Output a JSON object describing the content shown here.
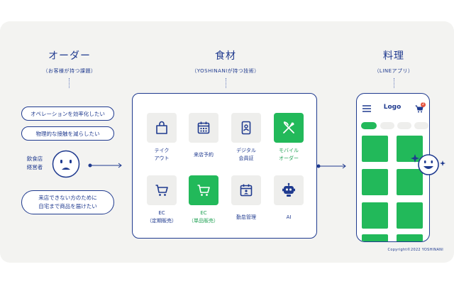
{
  "columns": {
    "order": {
      "title": "オーダー",
      "subtitle": "（お客様が持つ課題）"
    },
    "ingredients": {
      "title": "食材",
      "subtitle": "（YOSHINANIが持つ技術）"
    },
    "dish": {
      "title": "料理",
      "subtitle": "（LINEアプリ）"
    }
  },
  "issues": [
    {
      "label": "オペレーションを効率化したい"
    },
    {
      "label": "物理的な接触を減らしたい"
    }
  ],
  "issue_bottom": {
    "line1": "来店できない方のために",
    "line2": "自宅まで商品を届けたい"
  },
  "persona": {
    "line1": "飲食店",
    "line2": "経営者"
  },
  "features": [
    {
      "icon": "bag-icon",
      "line1": "テイク",
      "line2": "アウト",
      "highlight": false
    },
    {
      "icon": "calendar-icon",
      "line1": "来店予約",
      "line2": "",
      "highlight": false
    },
    {
      "icon": "member-card-icon",
      "line1": "デジタル",
      "line2": "会員証",
      "highlight": false
    },
    {
      "icon": "fork-knife-icon",
      "line1": "モバイル",
      "line2": "オーダー",
      "highlight": true
    },
    {
      "icon": "cart-icon",
      "line1": "EC",
      "line2": "（定期販売）",
      "highlight": false
    },
    {
      "icon": "cart-icon",
      "line1": "EC",
      "line2": "（単品販売）",
      "highlight": true
    },
    {
      "icon": "calendar-person-icon",
      "line1": "勤怠管理",
      "line2": "",
      "highlight": false
    },
    {
      "icon": "robot-icon",
      "line1": "AI",
      "line2": "",
      "highlight": false
    }
  ],
  "phone": {
    "logo": "Logo",
    "cart_badge": "2"
  },
  "copyright": "Copyright©2022 YOSHINANI",
  "colors": {
    "navy": "#1f3a8f",
    "green": "#22b95a",
    "background": "#f3f3f1",
    "tile": "#eeeeec"
  }
}
